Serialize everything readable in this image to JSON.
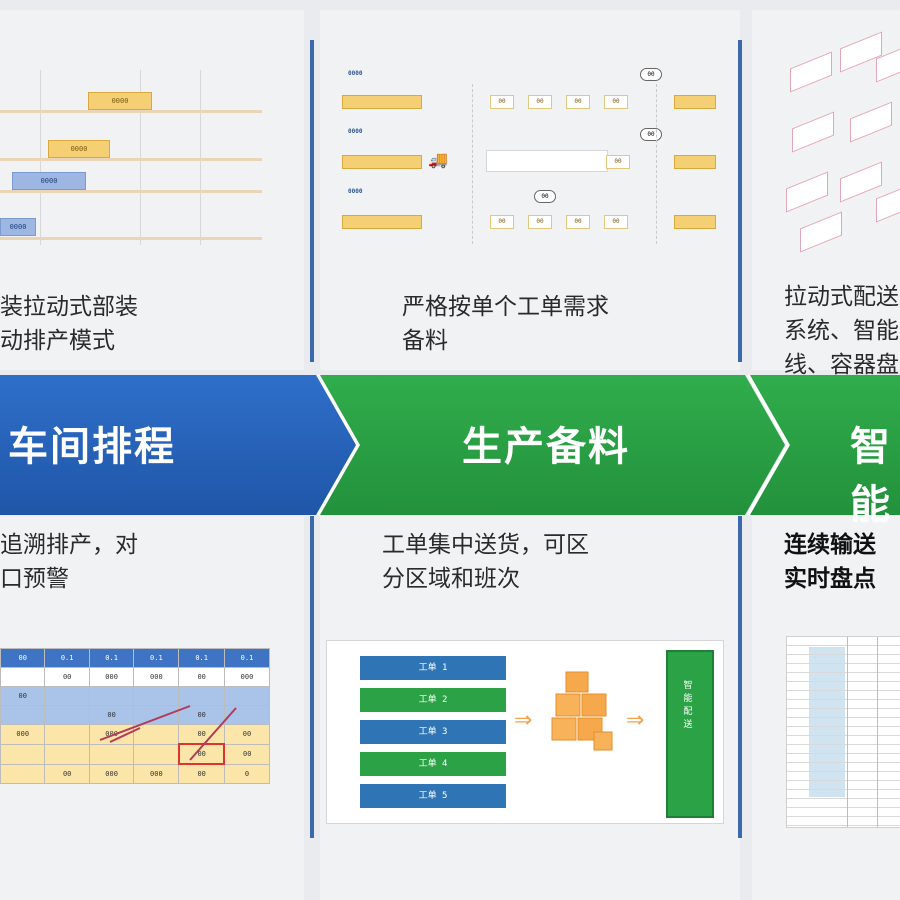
{
  "colors": {
    "blue": "#2e6bc4",
    "green": "#2ba246",
    "divider": "#3d68b0",
    "yellow": "#f5cf74"
  },
  "captions": {
    "top_left": "装拉动式部装\n动排产模式",
    "top_mid": "严格按单个工单需求\n备料",
    "top_right": "拉动式配送\n系统、智能\n线、容器盘",
    "bot_left": "追溯排产，对\n口预警",
    "bot_mid": "工单集中送货，可区\n分区域和班次",
    "bot_right": "连续输送\n实时盘点"
  },
  "band": {
    "stage1": "车间排程",
    "stage2": "生产备料",
    "stage3": "智能"
  },
  "gantt": {
    "bars": [
      "0000",
      "0000",
      "0000",
      "0000"
    ]
  },
  "prep": {
    "tags": [
      "0000",
      "0000",
      "0000"
    ],
    "pills": [
      "00",
      "00",
      "00"
    ],
    "chip_text": "00"
  },
  "schedule": {
    "rows": [
      [
        "00",
        "0.1",
        "0.1",
        "0.1",
        "0.1",
        "0.1"
      ],
      [
        "",
        "00",
        "000",
        "000",
        "00",
        "000"
      ],
      [
        "00",
        "",
        "",
        "",
        "",
        ""
      ],
      [
        "",
        "",
        "00",
        "",
        "00",
        ""
      ],
      [
        "000",
        "",
        "000",
        "",
        "00",
        "00"
      ],
      [
        "",
        "",
        "",
        "",
        "00",
        "00"
      ],
      [
        "",
        "00",
        "000",
        "000",
        "00",
        "0"
      ]
    ]
  },
  "flow": {
    "stack": [
      "工单 1",
      "工单 2",
      "工单 3",
      "工单 4",
      "工单 5"
    ],
    "target": "智 能 配 送"
  }
}
